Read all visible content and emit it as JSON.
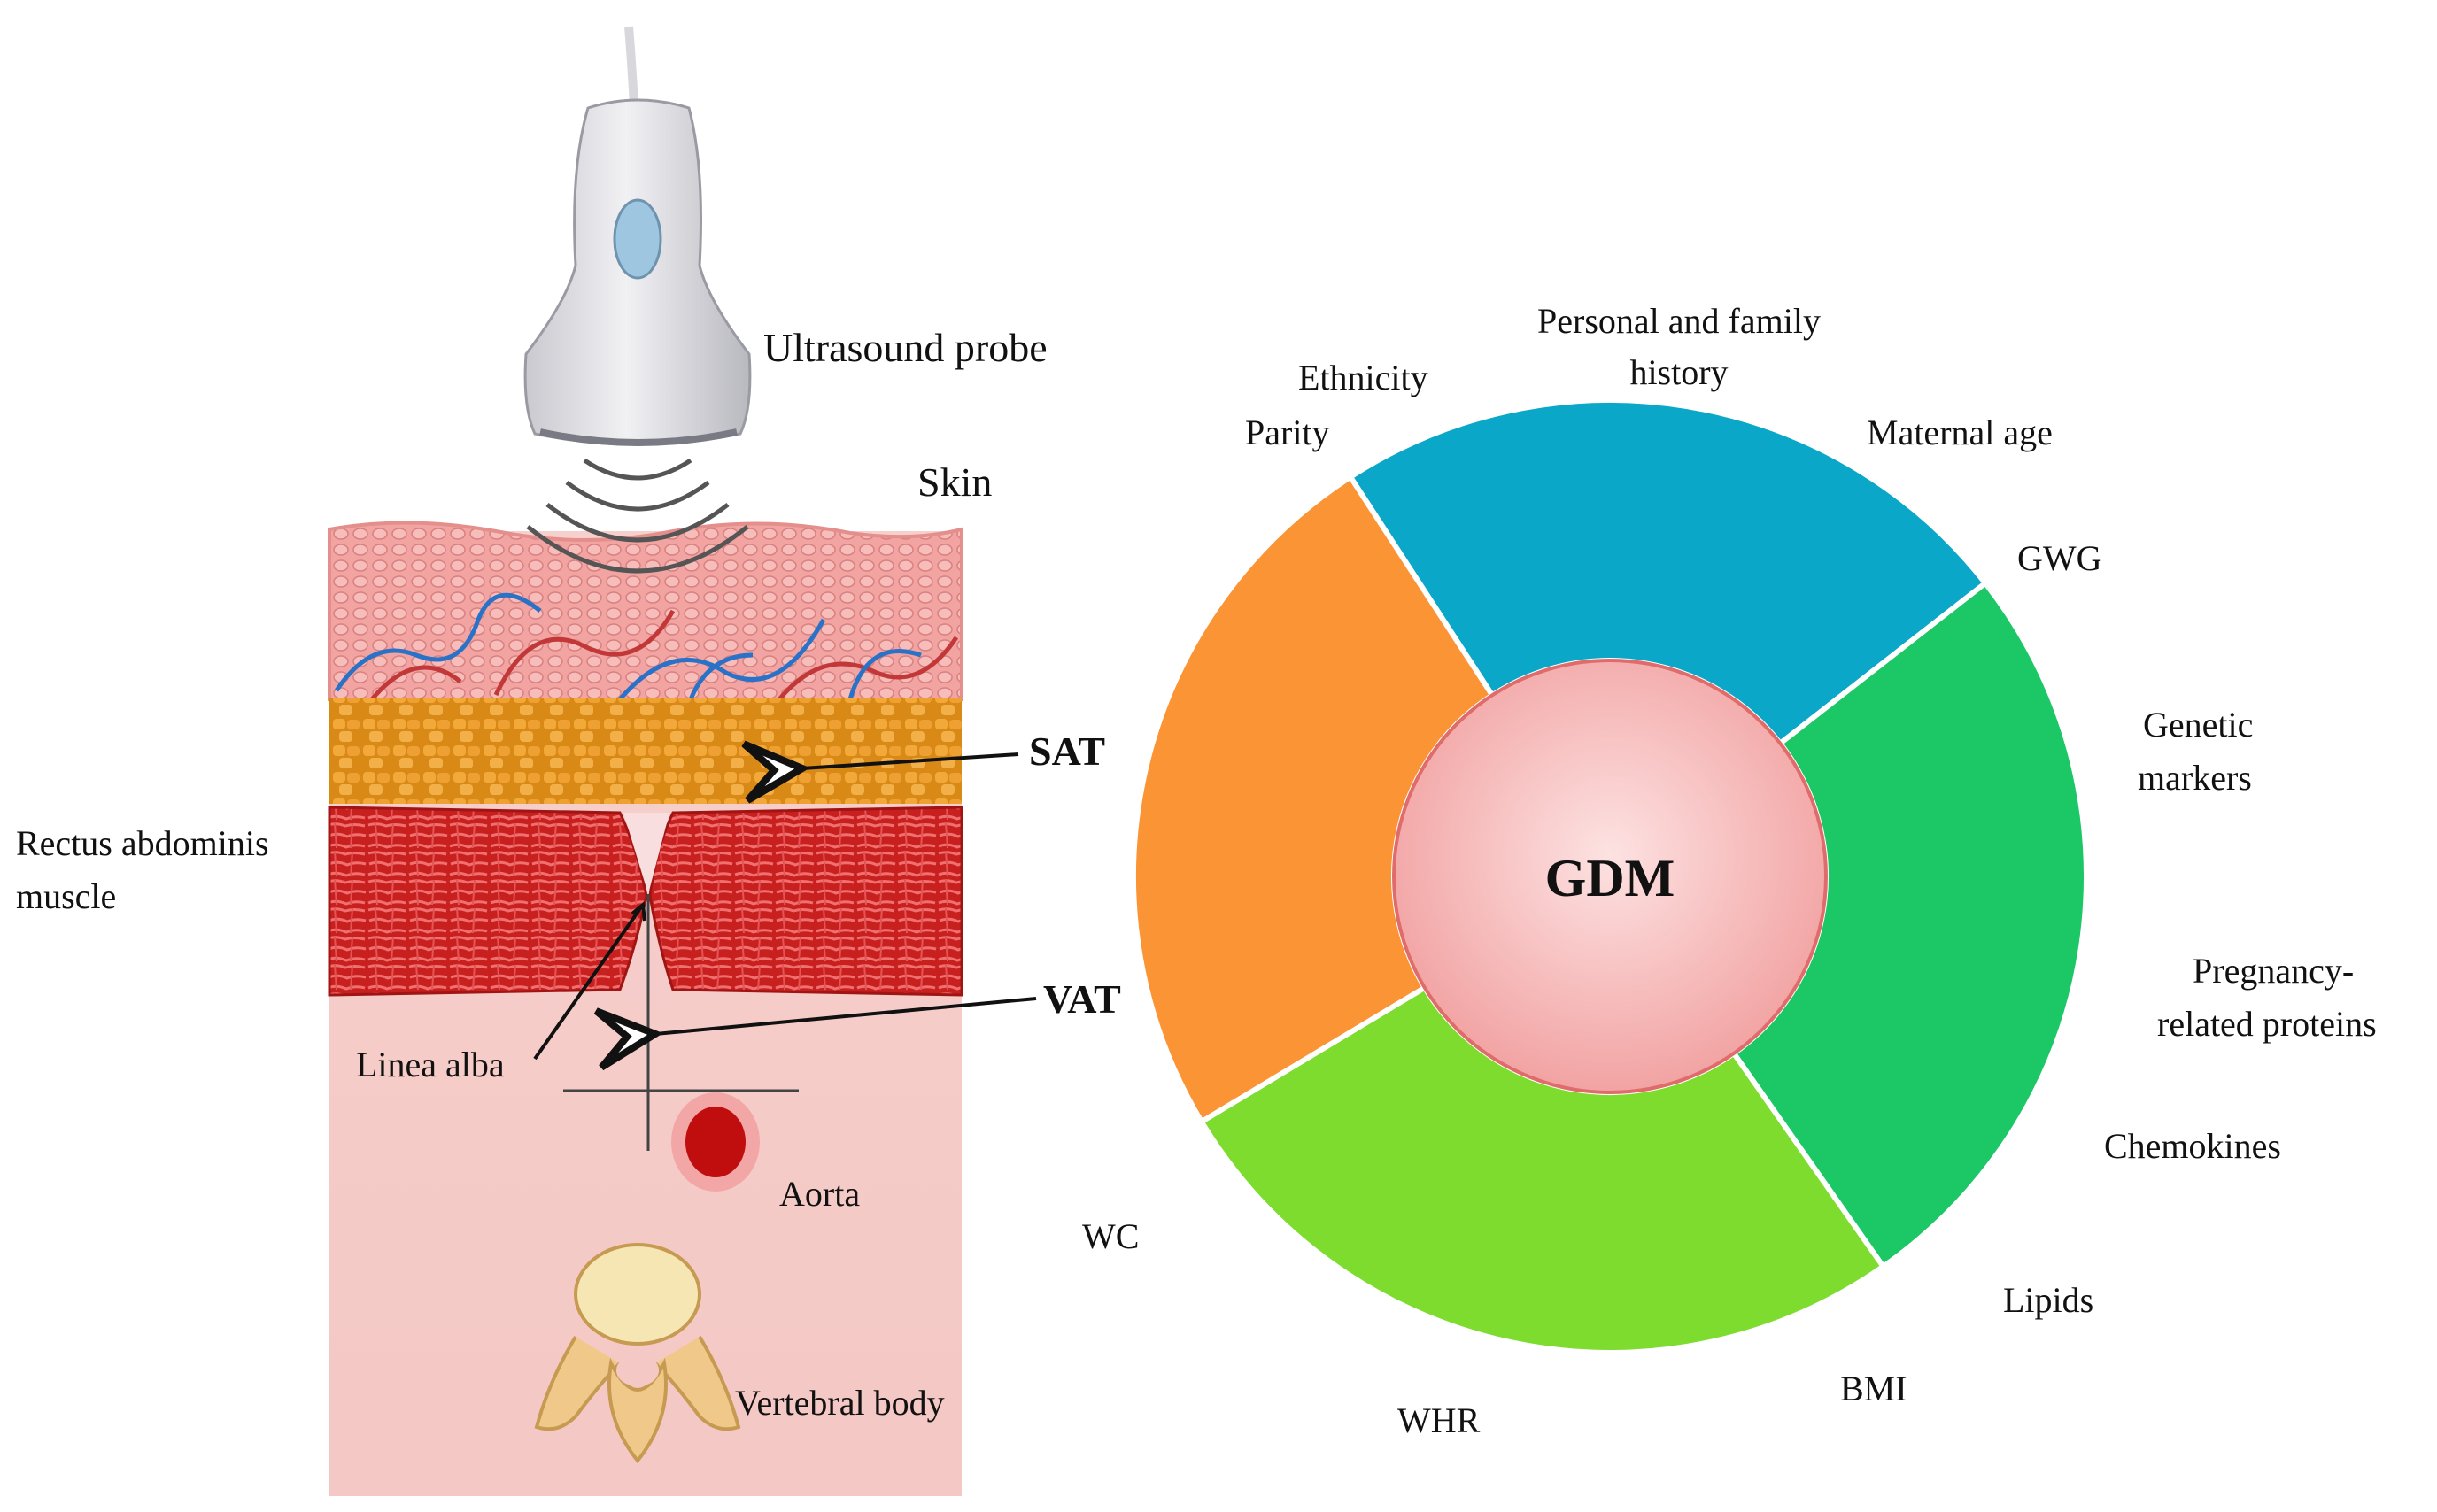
{
  "anatomy": {
    "probe_label": "Ultrasound probe",
    "skin_label": "Skin",
    "sat_label": "SAT",
    "vat_label": "VAT",
    "rectus_label_line1": "Rectus abdominis",
    "rectus_label_line2": "muscle",
    "linea_alba_label": "Linea alba",
    "aorta_label": "Aorta",
    "vertebral_label": "Vertebral body"
  },
  "wheel": {
    "center_label": "GDM",
    "colors": {
      "blue": "#0aa7c8",
      "dark_green": "#1cc766",
      "light_green": "#7ddc2e",
      "orange": "#fb9434",
      "center": "#f7b9b9"
    },
    "labels": {
      "personal_line1": "Personal and family",
      "personal_line2": "history",
      "ethnicity": "Ethnicity",
      "parity": "Parity",
      "maternal_age": "Maternal age",
      "gwg": "GWG",
      "genetic_line1": "Genetic",
      "genetic_line2": "markers",
      "pregnancy_line1": "Pregnancy-",
      "pregnancy_line2": "related proteins",
      "chemokines": "Chemokines",
      "lipids": "Lipids",
      "bmi": "BMI",
      "whr": "WHR",
      "wc": "WC"
    }
  }
}
